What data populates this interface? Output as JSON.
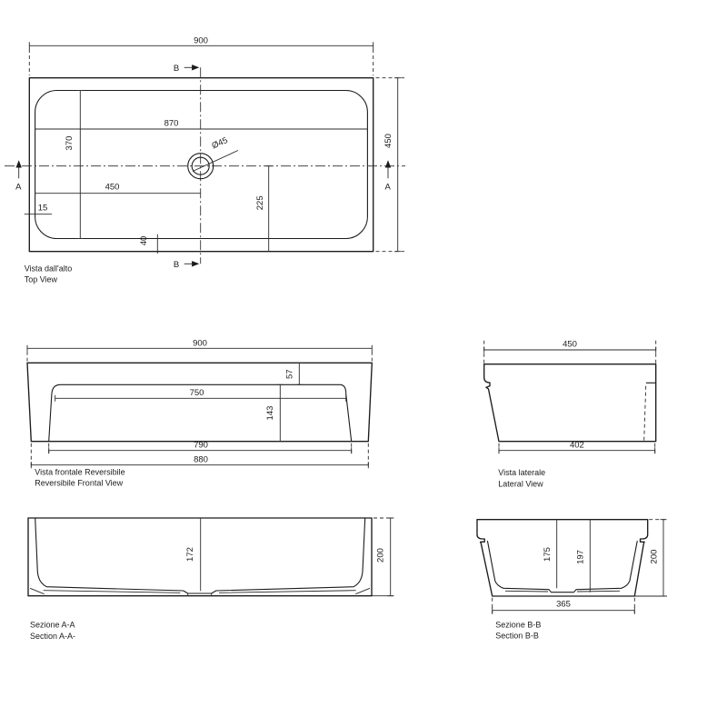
{
  "drawing": {
    "top_view": {
      "label_it": "Vista dall'alto",
      "label_en": "Top View",
      "dim_width": "900",
      "dim_height": "450",
      "dim_inner_width": "870",
      "dim_inner_height": "370",
      "dim_center": "450",
      "dim_edge": "15",
      "dim_half": "225",
      "dim_bottom_gap": "40",
      "dim_drain": "Ø45",
      "marker_a": "A",
      "marker_b": "B"
    },
    "front_view": {
      "label_it": "Vista frontale Reversibile",
      "label_en": "Reversibile Frontal View",
      "dim_width": "900",
      "dim_rim": "57",
      "dim_inner_top": "750",
      "dim_depth": "143",
      "dim_inner_bottom": "790",
      "dim_base": "880"
    },
    "lateral_view": {
      "label_it": "Vista laterale",
      "label_en": "Lateral View",
      "dim_width": "450",
      "dim_base": "402"
    },
    "section_aa": {
      "label_it": "Sezione A-A",
      "label_en": "Section  A-A-",
      "dim_depth": "172",
      "dim_height": "200"
    },
    "section_bb": {
      "label_it": "Sezione B-B",
      "label_en": "Section  B-B",
      "dim_inner_depth": "175",
      "dim_drain_depth": "197",
      "dim_height": "200",
      "dim_base": "365"
    }
  }
}
